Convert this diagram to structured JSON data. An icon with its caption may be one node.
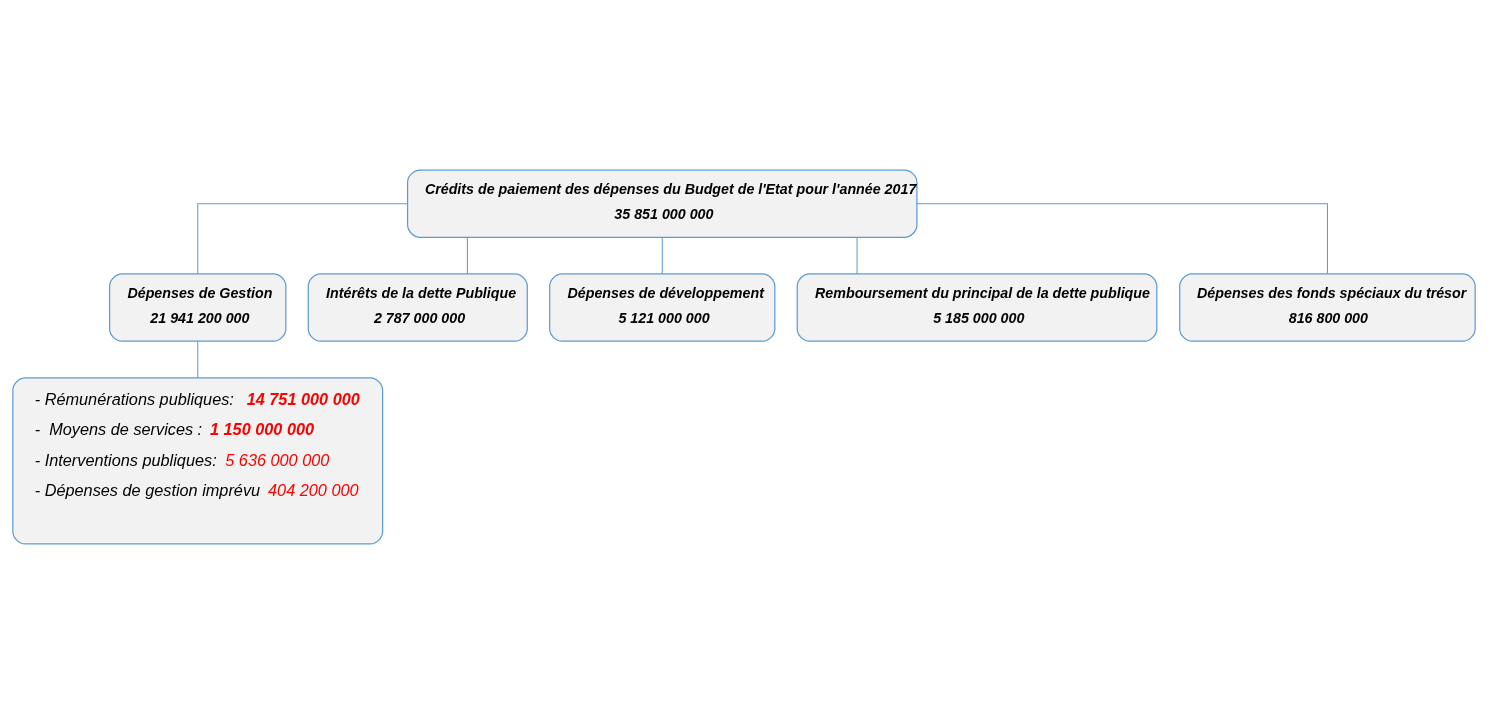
{
  "diagram": {
    "nodes": [
      {
        "text": [
          "Crédits de paiement des dépenses du Budget de l'Etat pour l'année 2017",
          "35 851 000 000"
        ]
      },
      {
        "text": [
          "Dépenses de Gestion",
          "21 941 200 000"
        ]
      },
      {
        "text": [
          "Intérêts de la dette Publique",
          "2 787 000 000"
        ]
      },
      {
        "text": [
          "Dépenses de développement",
          "5 121 000 000"
        ]
      },
      {
        "text": [
          "Remboursement du principal de la dette publique",
          "5 185 000 000"
        ]
      },
      {
        "text": [
          "Dépenses des fonds spéciaux du trésor",
          "816 800 000"
        ]
      },
      {
        "text": [
          "- Rémunérations publiques:  **14 751 000 000**",
          "-  Moyens de services : **1 150 000 000**",
          "- Interventions publiques: 5 636 000 000",
          "- Dépenses de gestion imprévu 404 200 000"
        ]
      }
    ],
    "edges": [
      {
        "from": 0,
        "to": 1,
        "arrow": "none"
      },
      {
        "from": 0,
        "to": 2,
        "arrow": "none"
      },
      {
        "from": 0,
        "to": 3,
        "arrow": "none"
      },
      {
        "from": 0,
        "to": 4,
        "arrow": "none"
      },
      {
        "from": 0,
        "to": 5,
        "arrow": "none"
      },
      {
        "from": 1,
        "to": 6,
        "arrow": "none"
      }
    ]
  }
}
